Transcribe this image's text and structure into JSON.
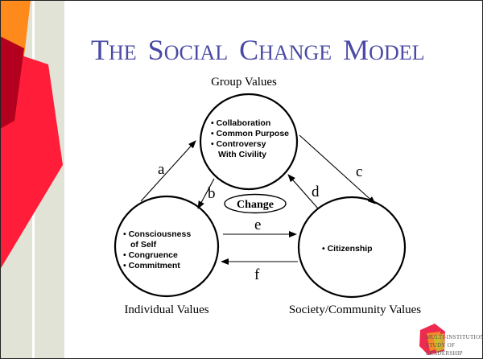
{
  "slide": {
    "title": {
      "words": [
        {
          "initial": "T",
          "rest": "HE"
        },
        {
          "initial": "S",
          "rest": "OCIAL"
        },
        {
          "initial": "C",
          "rest": "HANGE"
        },
        {
          "initial": "M",
          "rest": "ODEL"
        }
      ]
    }
  },
  "diagram": {
    "group": {
      "caption": "Group Values",
      "items": [
        "• Collaboration",
        "• Common Purpose",
        "• Controversy",
        "With Civility"
      ]
    },
    "individual": {
      "caption": "Individual Values",
      "items": [
        "• Consciousness",
        "of Self",
        "• Congruence",
        "• Commitment"
      ]
    },
    "society": {
      "caption": "Society/Community Values",
      "items": [
        "• Citizenship"
      ]
    },
    "center_label": "Change",
    "arrows": [
      "a",
      "b",
      "c",
      "d",
      "e",
      "f"
    ]
  },
  "logo": {
    "lines": [
      "MULTI-INSTITUTIONAL",
      "STUDY OF",
      "LEADERSHIP"
    ]
  },
  "colors": {
    "title": "#4a4aa6",
    "left_panel": "#e1e3d6",
    "accent_red": "#ff1d3a",
    "accent_orange": "#ff8a1c",
    "accent_dark_red": "#b3001e"
  }
}
